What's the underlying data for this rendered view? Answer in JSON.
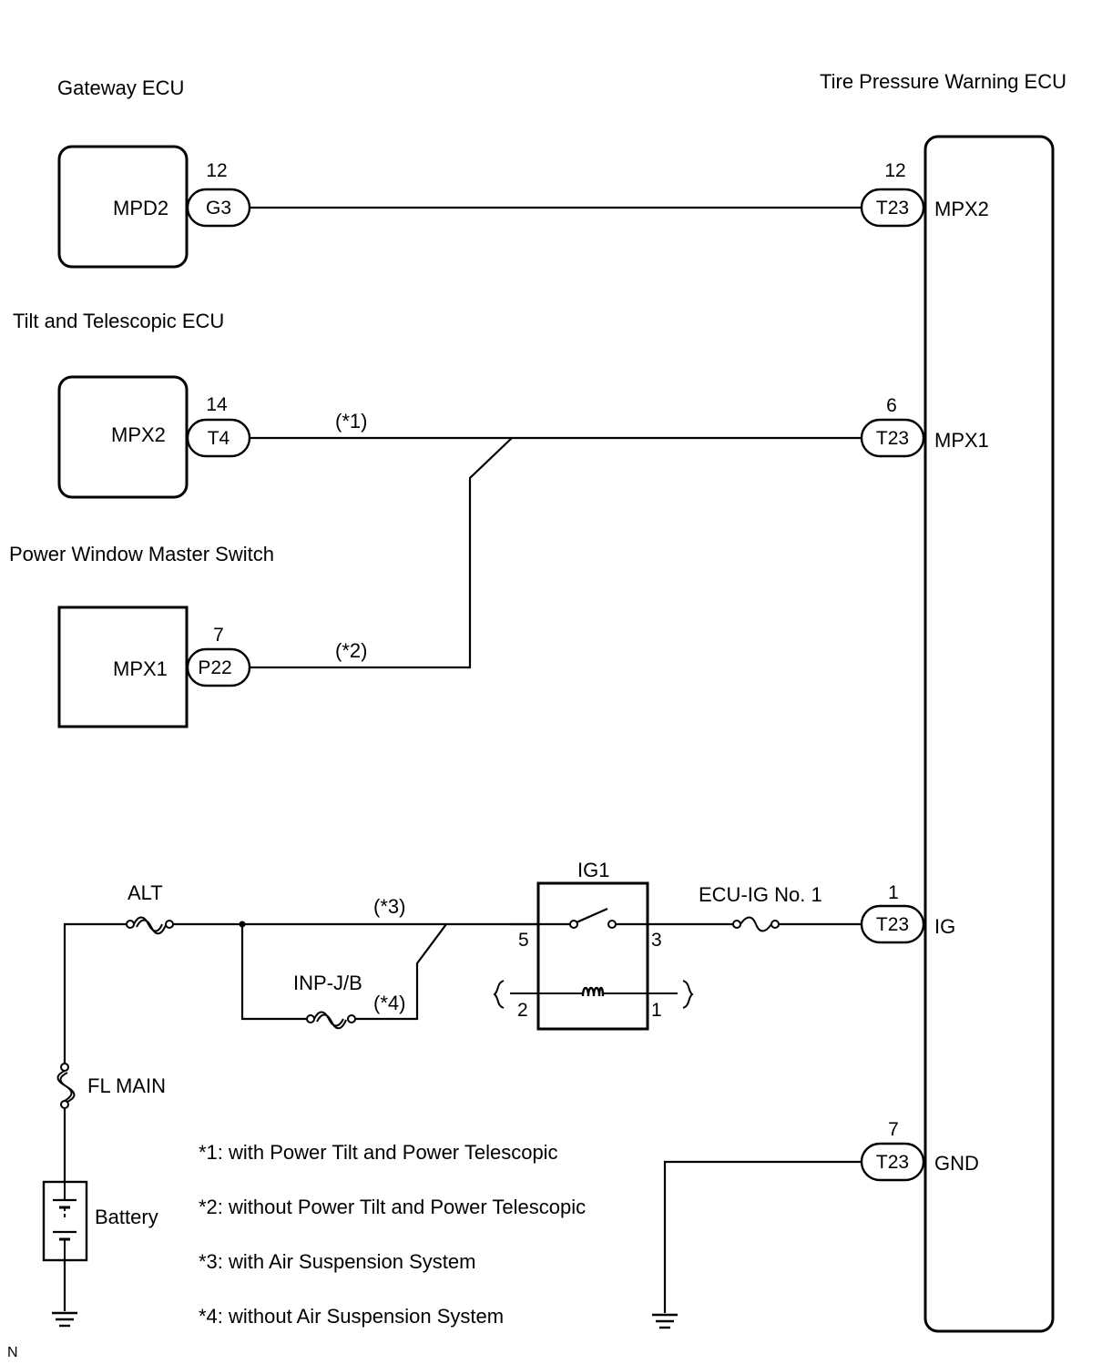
{
  "components": {
    "gateway_ecu": "Gateway ECU",
    "tilt_ecu": "Tilt and Telescopic ECU",
    "pw_switch": "Power Window Master Switch",
    "tpw_ecu": "Tire Pressure Warning ECU",
    "battery": "Battery",
    "relay": "IG1"
  },
  "terminals": {
    "gateway": "MPD2",
    "tilt": "MPX2",
    "pw": "MPX1",
    "tpw_mpx2": "MPX2",
    "tpw_mpx1": "MPX1",
    "tpw_ig": "IG",
    "tpw_gnd": "GND"
  },
  "connectors": {
    "g3": {
      "name": "G3",
      "pin": "12"
    },
    "t4": {
      "name": "T4",
      "pin": "14"
    },
    "p22": {
      "name": "P22",
      "pin": "7"
    },
    "t23_mpx2": {
      "name": "T23",
      "pin": "12"
    },
    "t23_mpx1": {
      "name": "T23",
      "pin": "6"
    },
    "t23_ig": {
      "name": "T23",
      "pin": "1"
    },
    "t23_gnd": {
      "name": "T23",
      "pin": "7"
    }
  },
  "fuses": {
    "alt": "ALT",
    "fl_main": "FL MAIN",
    "inp_jb": "INP-J/B",
    "ecu_ig": "ECU-IG No. 1"
  },
  "relay_pins": {
    "p5": "5",
    "p3": "3",
    "p2": "2",
    "p1": "1"
  },
  "wire_marks": {
    "m1": "(*1)",
    "m2": "(*2)",
    "m3": "(*3)",
    "m4": "(*4)"
  },
  "notes": [
    "*1: with Power Tilt and Power Telescopic",
    "*2: without Power Tilt and Power Telescopic",
    "*3: with Air Suspension System",
    "*4: without Air Suspension System"
  ],
  "corner_mark": "N"
}
